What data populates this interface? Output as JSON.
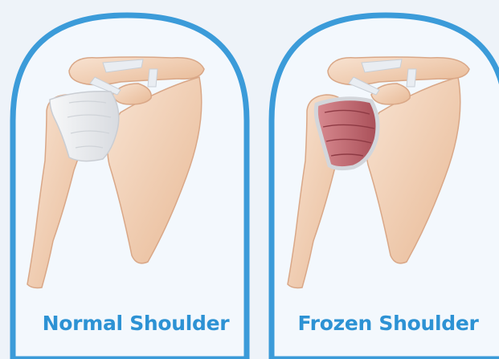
{
  "panels": [
    {
      "label": "Normal Shoulder",
      "capsule_state": "normal"
    },
    {
      "label": "Frozen Shoulder",
      "capsule_state": "frozen"
    }
  ],
  "colors": {
    "background": "#eef3f9",
    "arch_border": "#3b9bd9",
    "arch_fill": "#f3f8fd",
    "label_text": "#2d92d4",
    "bone": "#f0d1b8",
    "bone_shadow": "#d9a787",
    "ligament": "#e9edf2",
    "normal_capsule": "#e7e9ec",
    "frozen_capsule": "#c0646c"
  }
}
